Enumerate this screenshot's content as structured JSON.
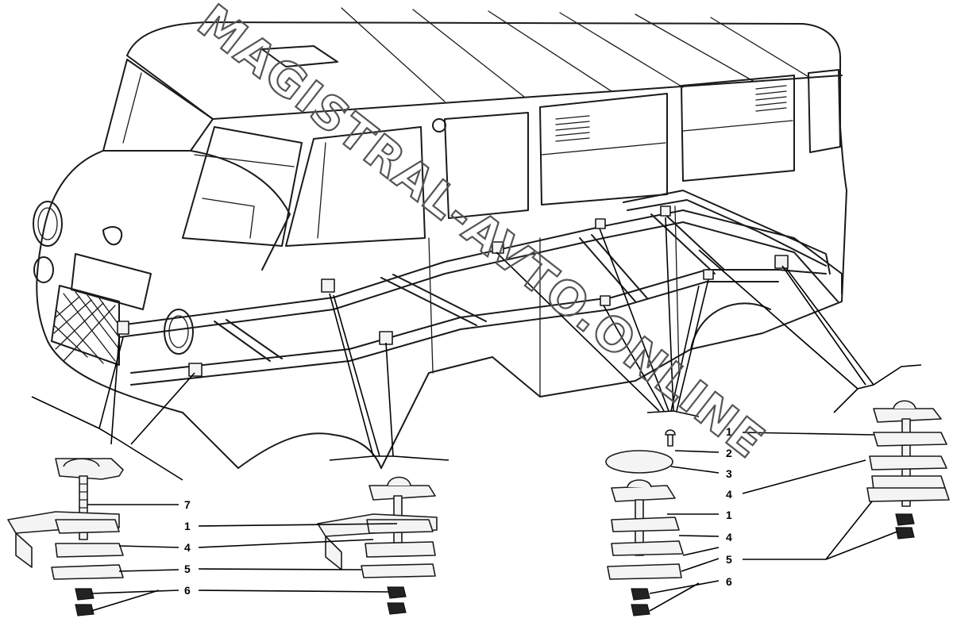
{
  "watermark": "MAGISTRAL-AVTO.ONLINE",
  "callouts": {
    "left_group": [
      "7",
      "1",
      "4",
      "5",
      "6"
    ],
    "right_group": [
      "1",
      "2",
      "3",
      "4",
      "1",
      "4",
      "5",
      "6"
    ]
  },
  "colors": {
    "ink": "#1a1a1a",
    "background": "#ffffff"
  }
}
